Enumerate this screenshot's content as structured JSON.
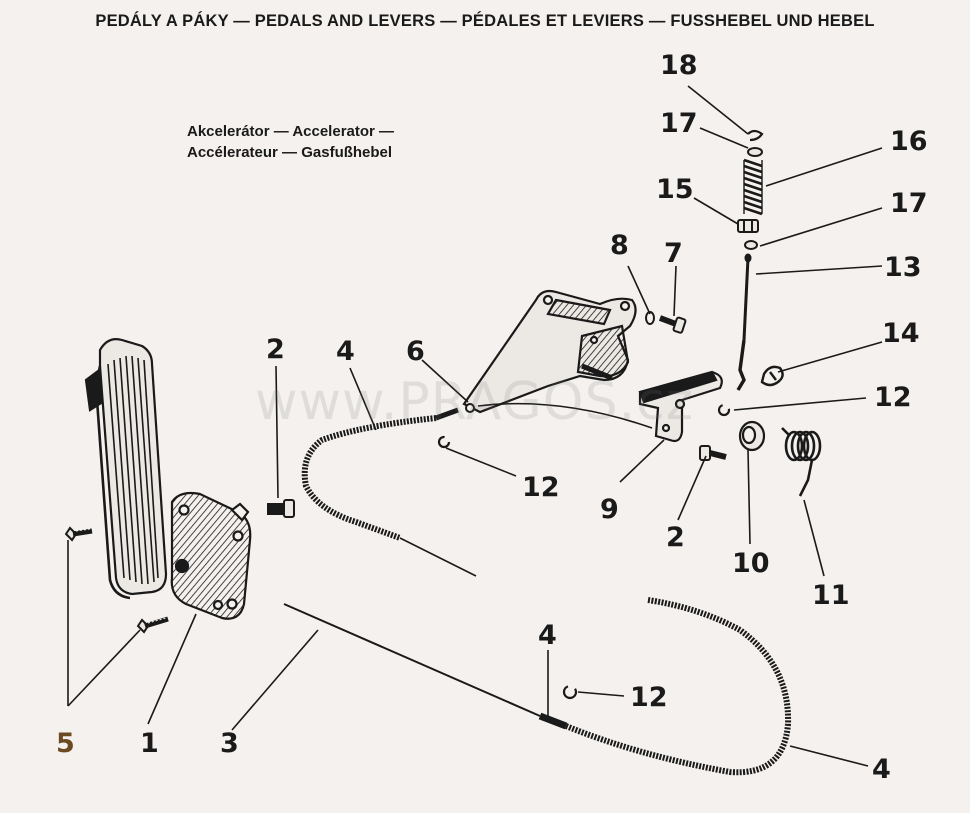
{
  "header": {
    "title": "PEDÁLY A PÁKY — PEDALS AND LEVERS — PÉDALES ET LEVIERS — FUSSHEBEL UND HEBEL"
  },
  "subtitle": {
    "line1": "Akcelerátor — Accelerator —",
    "line2": "Accélerateur — Gasfußhebel"
  },
  "watermark": {
    "text": "www.PRAGOS.cz"
  },
  "colors": {
    "ink": "#1a1a1a",
    "paper": "#f4f1ee",
    "label_5": "#6b4a22"
  },
  "callouts": [
    {
      "id": "c18",
      "number": "18"
    },
    {
      "id": "c17a",
      "number": "17"
    },
    {
      "id": "c16",
      "number": "16"
    },
    {
      "id": "c15",
      "number": "15"
    },
    {
      "id": "c17b",
      "number": "17"
    },
    {
      "id": "c8",
      "number": "8"
    },
    {
      "id": "c7",
      "number": "7"
    },
    {
      "id": "c13",
      "number": "13"
    },
    {
      "id": "c14",
      "number": "14"
    },
    {
      "id": "c6",
      "number": "6"
    },
    {
      "id": "c4a",
      "number": "4"
    },
    {
      "id": "c2a",
      "number": "2"
    },
    {
      "id": "c12a",
      "number": "12"
    },
    {
      "id": "c12b",
      "number": "12"
    },
    {
      "id": "c9",
      "number": "9"
    },
    {
      "id": "c2b",
      "number": "2"
    },
    {
      "id": "c10",
      "number": "10"
    },
    {
      "id": "c11",
      "number": "11"
    },
    {
      "id": "c4b",
      "number": "4"
    },
    {
      "id": "c12c",
      "number": "12"
    },
    {
      "id": "c5",
      "number": "5"
    },
    {
      "id": "c1",
      "number": "1"
    },
    {
      "id": "c3",
      "number": "3"
    },
    {
      "id": "c4c",
      "number": "4"
    }
  ]
}
